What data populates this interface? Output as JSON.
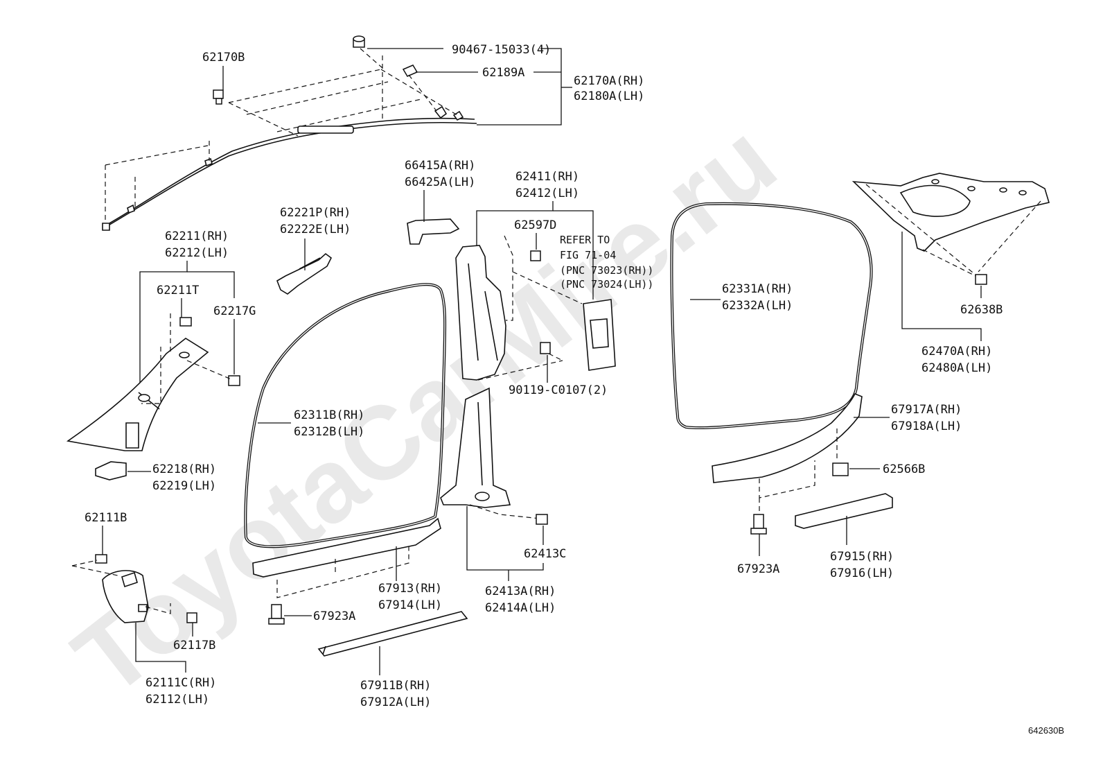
{
  "watermark": "ToyotaCarMire.ru",
  "figure_id": "642630B",
  "parts": {
    "p62170B": "62170B",
    "p90467": "90467-15033(4)",
    "p62189A": "62189A",
    "p62170A": [
      "62170A(RH)",
      "62180A(LH)"
    ],
    "p66415A": [
      "66415A(RH)",
      "66425A(LH)"
    ],
    "p62411": [
      "62411(RH)",
      "62412(LH)"
    ],
    "p62597D": "62597D",
    "refer": [
      "REFER TO",
      "FIG 71-04",
      "(PNC 73023(RH))",
      "(PNC 73024(LH))"
    ],
    "p62221P": [
      "62221P(RH)",
      "62222E(LH)"
    ],
    "p62211": [
      "62211(RH)",
      "62212(LH)"
    ],
    "p62211T": "62211T",
    "p62217G": "62217G",
    "p62218": [
      "62218(RH)",
      "62219(LH)"
    ],
    "p62111B": "62111B",
    "p62117B": "62117B",
    "p62111C": [
      "62111C(RH)",
      "62112(LH)"
    ],
    "p62311B": [
      "62311B(RH)",
      "62312B(LH)"
    ],
    "p90119": "90119-C0107(2)",
    "p62413C": "62413C",
    "p62413A": [
      "62413A(RH)",
      "62414A(LH)"
    ],
    "p67913": [
      "67913(RH)",
      "67914(LH)"
    ],
    "p67923A_left": "67923A",
    "p67911B": [
      "67911B(RH)",
      "67912A(LH)"
    ],
    "p62331A": [
      "62331A(RH)",
      "62332A(LH)"
    ],
    "p62638B": "62638B",
    "p62470A": [
      "62470A(RH)",
      "62480A(LH)"
    ],
    "p67917A": [
      "67917A(RH)",
      "67918A(LH)"
    ],
    "p62566B": "62566B",
    "p67923A_right": "67923A",
    "p67915": [
      "67915(RH)",
      "67916(LH)"
    ]
  }
}
